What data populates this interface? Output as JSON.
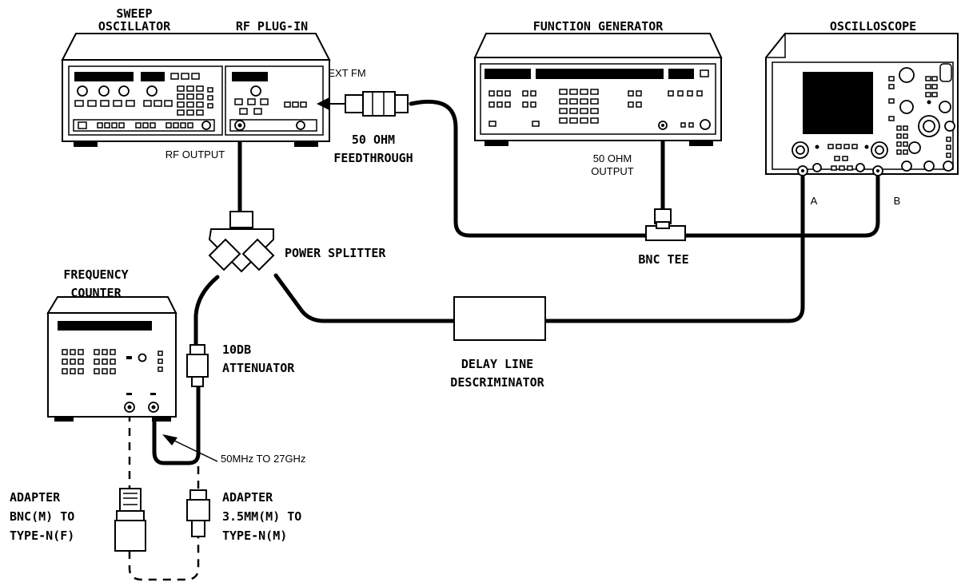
{
  "labels": {
    "sweep_oscillator": [
      "SWEEP",
      "OSCILLATOR"
    ],
    "rf_plugin": "RF PLUG-IN",
    "function_generator": "FUNCTION GENERATOR",
    "oscilloscope": "OSCILLOSCOPE",
    "ext_fm": "EXT FM",
    "rf_output": "RF OUTPUT",
    "feedthrough": [
      "50 OHM",
      "FEEDTHROUGH"
    ],
    "fg_output": [
      "50 OHM",
      "OUTPUT"
    ],
    "channel_a": "A",
    "channel_b": "B",
    "power_splitter": "POWER SPLITTER",
    "bnc_tee": "BNC TEE",
    "frequency_counter": [
      "FREQUENCY",
      "COUNTER"
    ],
    "attenuator": [
      "10DB",
      "ATTENUATOR"
    ],
    "delay_line": [
      "DELAY LINE",
      "DESCRIMINATOR"
    ],
    "frequency_range": "50MHz TO 27GHz",
    "adapter_bnc": [
      "ADAPTER",
      "BNC(M) TO",
      "TYPE-N(F)"
    ],
    "adapter_35": [
      "ADAPTER",
      "3.5MM(M) TO",
      "TYPE-N(M)"
    ]
  }
}
